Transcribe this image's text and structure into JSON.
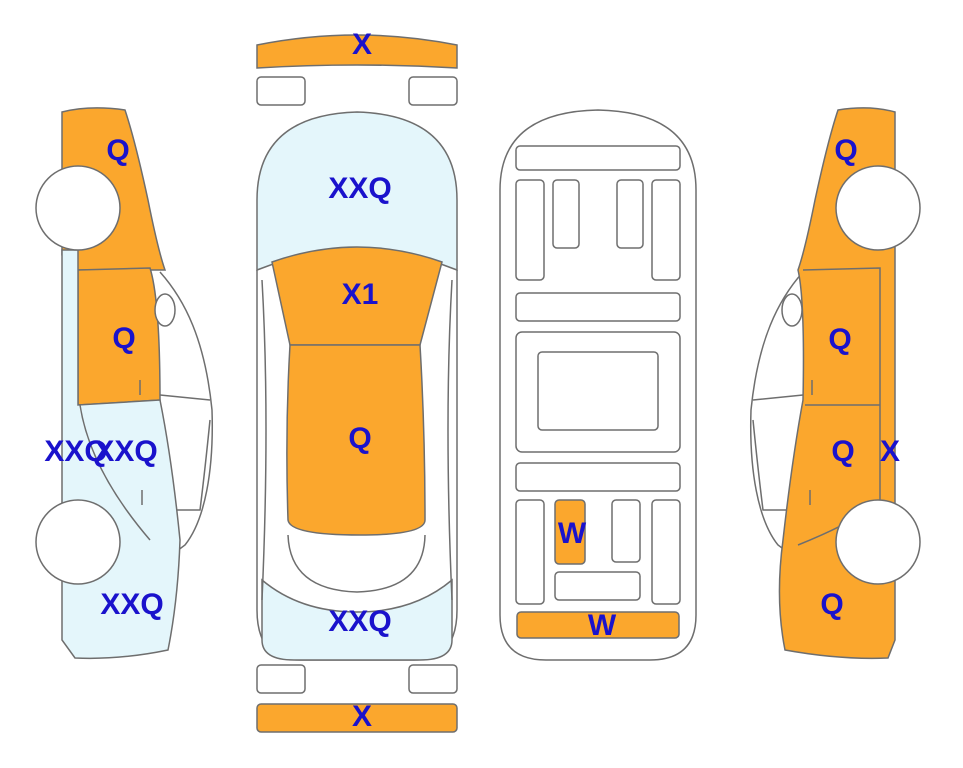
{
  "colors": {
    "orange": "#fba72d",
    "blue": "#e4f6fb",
    "white": "#ffffff",
    "label": "#1a12cc",
    "stroke": "#6e6e6e"
  },
  "labels": {
    "front_bumper": "X",
    "hood": "XXQ",
    "roof_front": "X1",
    "roof": "Q",
    "trunk": "XXQ",
    "rear_bumper": "X",
    "left_front_fender": "Q",
    "left_front_door": "Q",
    "left_rear_door_a": "XXQ",
    "left_rear_door_b": "XXQ",
    "left_rear_quarter": "XXQ",
    "underbody_floor": "W",
    "underbody_rear": "W",
    "right_front_fender": "Q",
    "right_front_door": "Q",
    "right_rear_door": "Q",
    "right_rear_edge": "X",
    "right_rear_quarter": "Q"
  }
}
